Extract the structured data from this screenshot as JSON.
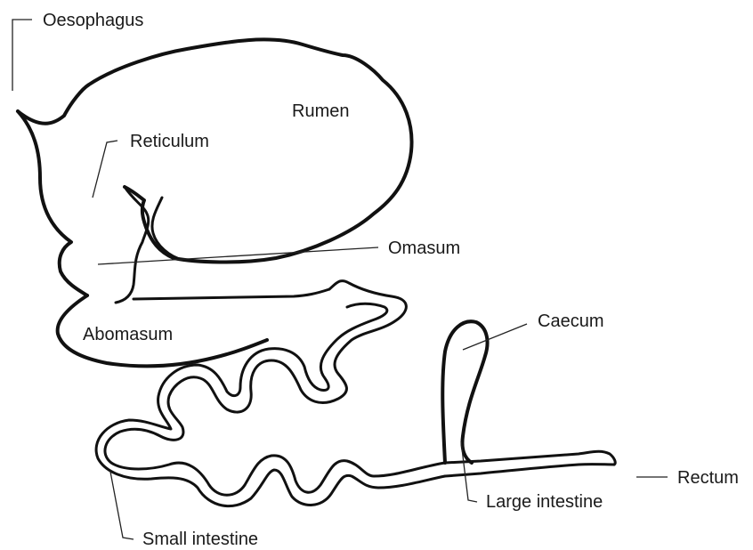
{
  "labels": {
    "oesophagus": "Oesophagus",
    "rumen": "Rumen",
    "reticulum": "Reticulum",
    "omasum": "Omasum",
    "abomasum": "Abomasum",
    "caecum": "Caecum",
    "rectum": "Rectum",
    "large_intestine": "Large intestine",
    "small_intestine": "Small intestine"
  },
  "colors": {
    "stroke": "#111111",
    "background": "#ffffff"
  }
}
